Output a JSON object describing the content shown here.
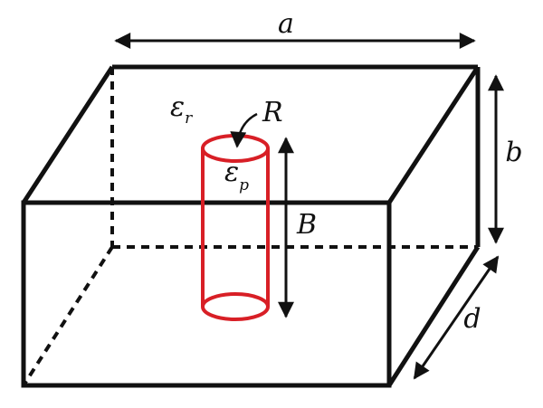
{
  "colors": {
    "box": "#111111",
    "cylinder": "#d81f26",
    "arrow": "#111111",
    "background": "#ffffff"
  },
  "labels": {
    "width": "a",
    "height": "b",
    "depth": "d",
    "post_height": "B",
    "post_radius": "R",
    "eps_r_base": "ε",
    "eps_r_sub": "r",
    "eps_p_base": "ε",
    "eps_p_sub": "p"
  }
}
